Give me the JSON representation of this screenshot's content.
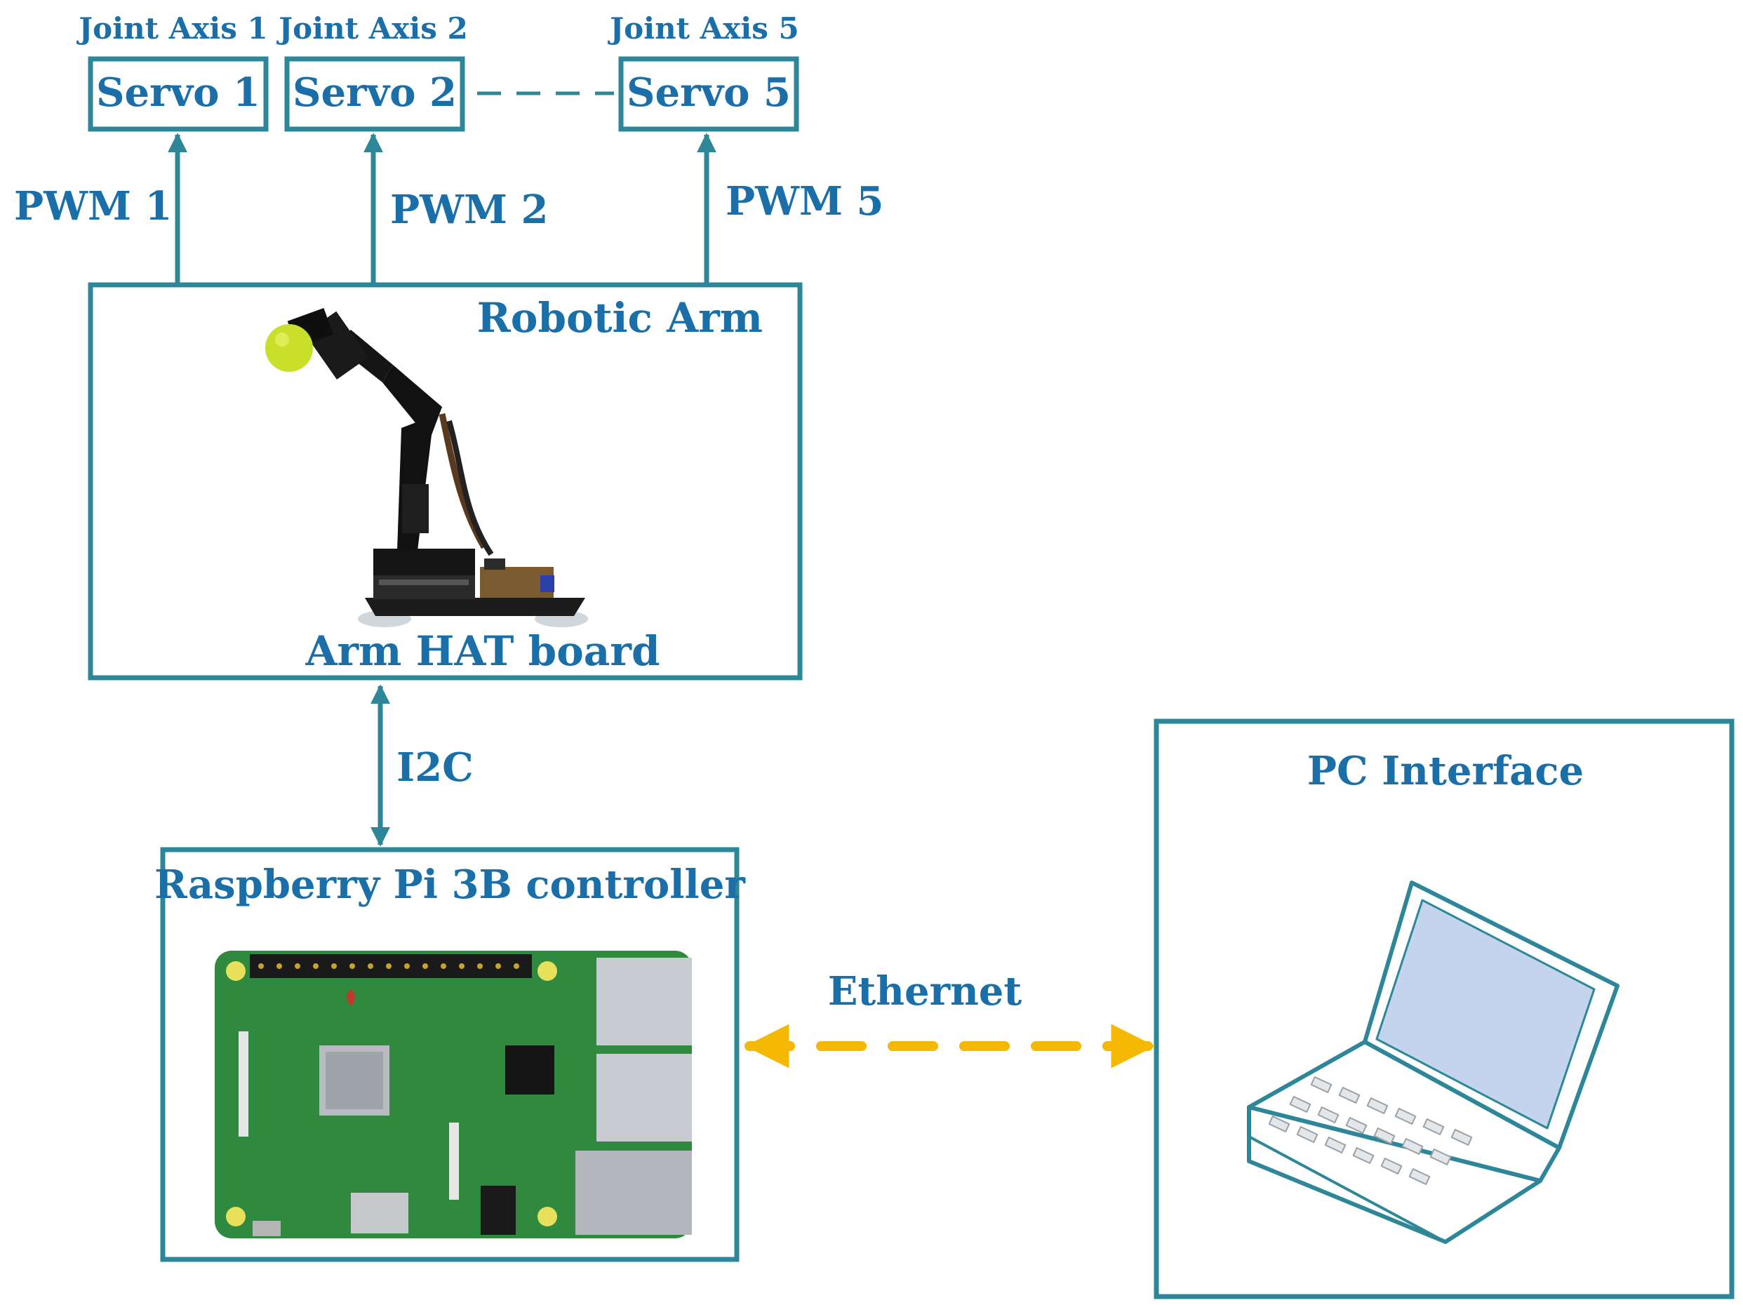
{
  "servos": [
    {
      "joint_label": "Joint Axis 1",
      "name": "Servo 1",
      "signal": "PWM 1"
    },
    {
      "joint_label": "Joint Axis 2",
      "name": "Servo 2",
      "signal": "PWM 2"
    },
    {
      "joint_label": "Joint Axis 5",
      "name": "Servo 5",
      "signal": "PWM 5"
    }
  ],
  "robotic_arm": {
    "title": "Robotic Arm",
    "board_label": "Arm HAT board"
  },
  "bus_label": "I2C",
  "controller": {
    "title": "Raspberry Pi 3B controller"
  },
  "pc": {
    "title": "PC Interface"
  },
  "link_label": "Ethernet",
  "colors": {
    "label": "#1a6fa8",
    "border": "#2e8799",
    "ethernet": "#f5b800",
    "pcb": "#2f8a3f",
    "ball": "#c8e02a"
  },
  "icons": {
    "arm": "robotic-arm-illustration",
    "board": "raspberry-pi-board-illustration",
    "laptop": "laptop-illustration"
  }
}
